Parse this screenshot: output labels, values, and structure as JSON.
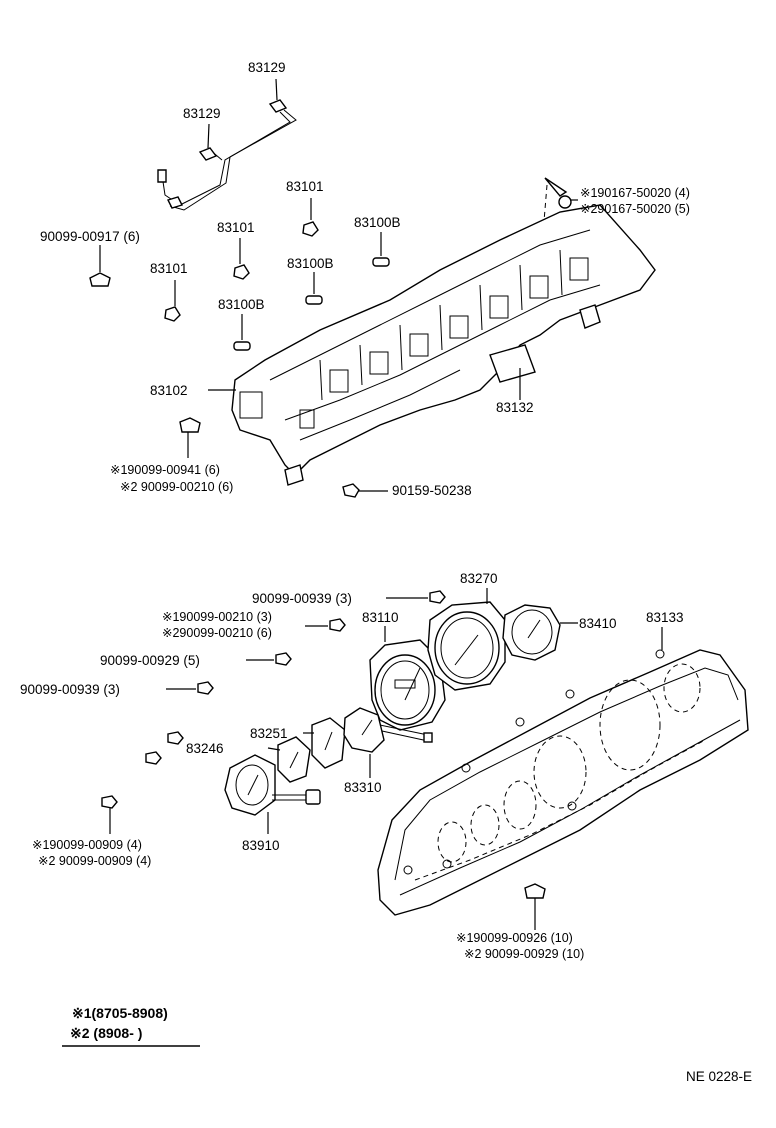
{
  "labels": {
    "l83129a": "83129",
    "l83129b": "83129",
    "l83101a": "83101",
    "l83101b": "83101",
    "l83101c": "83101",
    "l83100ba": "83100B",
    "l83100bb": "83100B",
    "l83100bc": "83100B",
    "l90917": "90099-00917 (6)",
    "l90167a": "※190167-50020 (4)",
    "l90167b": "※290167-50020 (5)",
    "l83102": "83102",
    "l83132": "83132",
    "l00941a": "※190099-00941 (6)",
    "l00941b": "※2 90099-00210 (6)",
    "l90159": "90159-50238",
    "l00939a": "90099-00939 (3)",
    "l83270": "83270",
    "l00210a": "※190099-00210 (3)",
    "l00210b": "※290099-00210 (6)",
    "l83110": "83110",
    "l83410": "83410",
    "l83133": "83133",
    "l00929": "90099-00929 (5)",
    "l00939b": "90099-00939 (3)",
    "l83251": "83251",
    "l83246": "83246",
    "l83310": "83310",
    "l00909a": "※190099-00909 (4)",
    "l00909b": "※2 90099-00909 (4)",
    "l83910": "83910",
    "l00926a": "※190099-00926 (10)",
    "l00926b": "※2 90099-00929 (10)"
  },
  "legend": {
    "line1": "※1(8705-8908)",
    "line2": "※2 (8908-        )"
  },
  "ref_code": "NE  0228-E"
}
